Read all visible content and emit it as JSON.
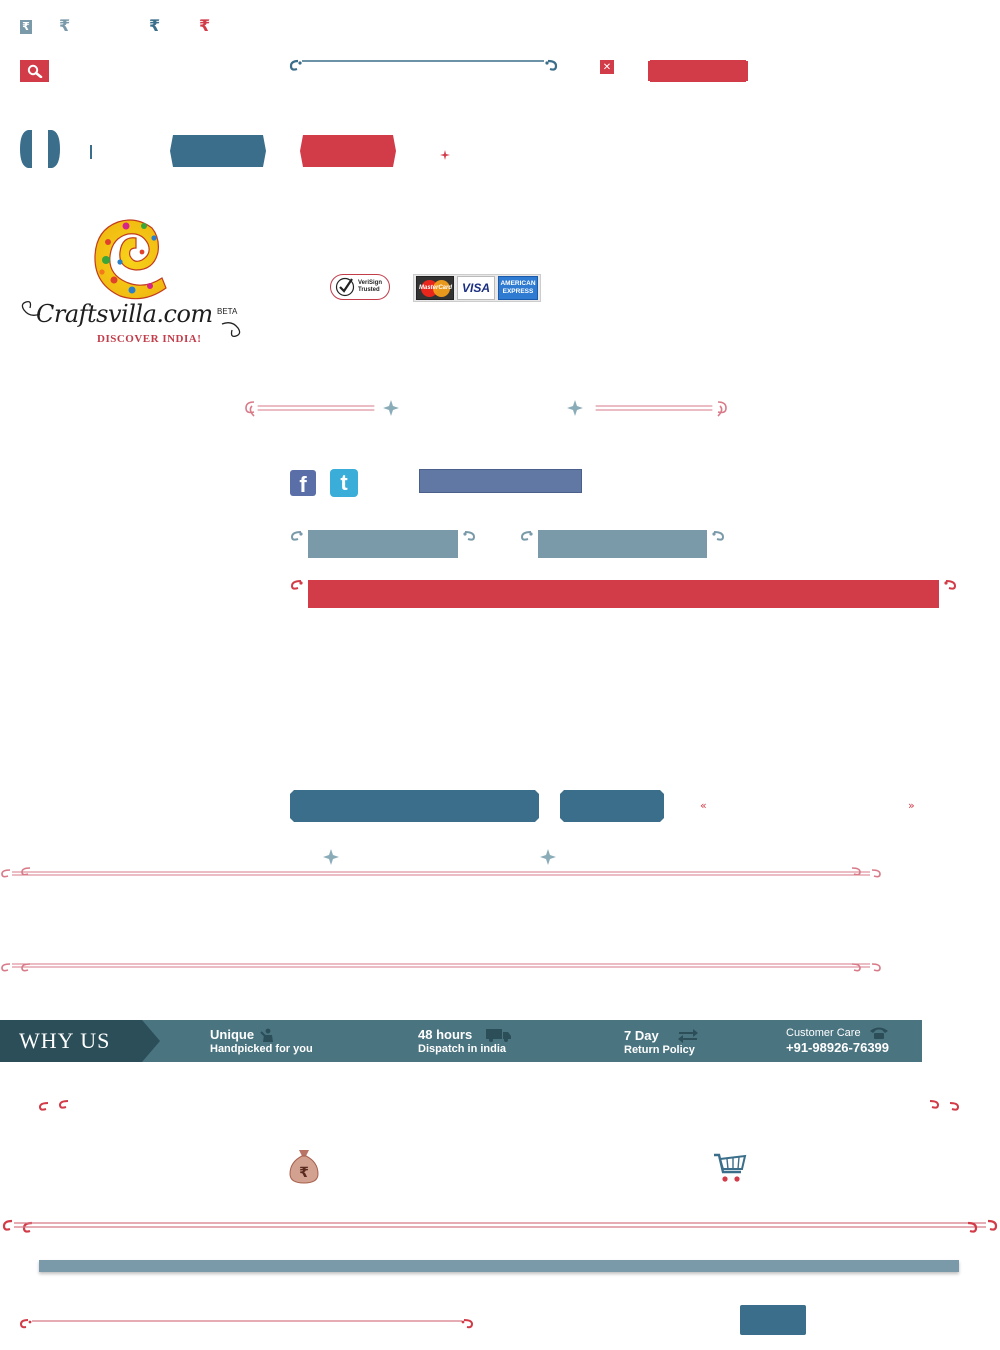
{
  "header": {
    "logo_beta": "BETA",
    "logo_text": "Craftsvilla.com",
    "logo_tagline": "DISCOVER INDIA!",
    "verisign_line1": "VeriSign",
    "verisign_line2": "Trusted",
    "card_mastercard": "MasterCard",
    "card_visa": "VISA",
    "card_amex_line1": "AMERICAN",
    "card_amex_line2": "EXPRESS"
  },
  "why_us": {
    "label": "WHY US",
    "items": [
      {
        "title": "Unique",
        "subtitle": "Handpicked for you",
        "icon": "person-icon"
      },
      {
        "title": "48 hours",
        "subtitle": "Dispatch in india",
        "icon": "truck-icon"
      },
      {
        "title": "7 Day",
        "subtitle": "Return Policy",
        "icon": "return-arrows-icon"
      },
      {
        "title": "Customer Care",
        "subtitle": "+91-98926-76399",
        "icon": "phone-icon"
      }
    ]
  },
  "colors": {
    "brand_red": "#d23b48",
    "brand_teal": "#3b6e8a",
    "brand_slate": "#7a9aaa",
    "whyus_bg": "#4a7480",
    "whyus_label_bg": "#2b4e59"
  }
}
